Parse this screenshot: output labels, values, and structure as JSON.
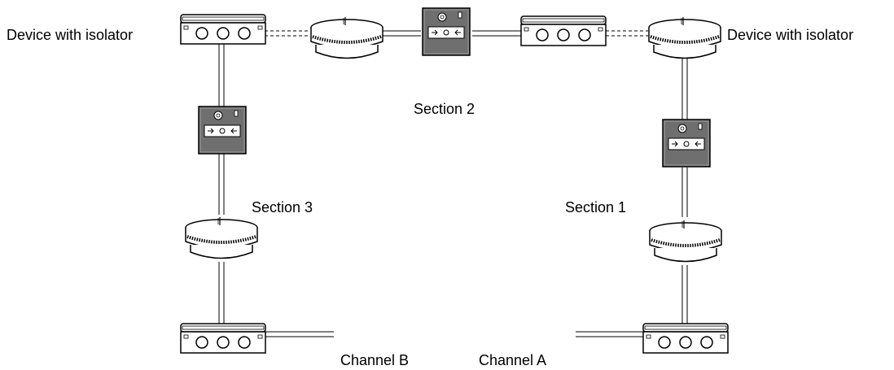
{
  "labels": {
    "device_isolator_left": "Device with isolator",
    "device_isolator_right": "Device with isolator",
    "section_1": "Section 1",
    "section_2": "Section 2",
    "section_3": "Section 3",
    "channel_a": "Channel A",
    "channel_b": "Channel B"
  },
  "colors": {
    "line": "#000000",
    "callpoint_body": "#6f6f6f",
    "device_fill": "#ffffff"
  }
}
